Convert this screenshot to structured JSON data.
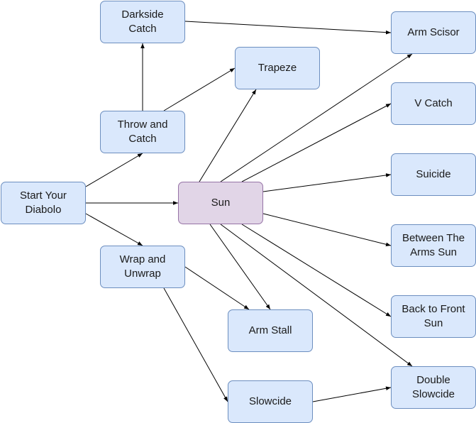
{
  "diagram": {
    "nodes": {
      "start": "Start Your\nDiabolo",
      "darkside": "Darkside\nCatch",
      "throw": "Throw and\nCatch",
      "trapeze": "Trapeze",
      "sun": "Sun",
      "wrap": "Wrap and\nUnwrap",
      "armstall": "Arm Stall",
      "slowcide": "Slowcide",
      "armscisor": "Arm Scisor",
      "vcatch": "V Catch",
      "suicide": "Suicide",
      "between": "Between The\nArms Sun",
      "backfront": "Back to Front\nSun",
      "doubleslow": "Double\nSlowcide"
    },
    "edges": [
      [
        "start",
        "throw"
      ],
      [
        "start",
        "sun"
      ],
      [
        "start",
        "wrap"
      ],
      [
        "throw",
        "darkside"
      ],
      [
        "throw",
        "trapeze"
      ],
      [
        "darkside",
        "armscisor"
      ],
      [
        "sun",
        "trapeze"
      ],
      [
        "sun",
        "armscisor"
      ],
      [
        "sun",
        "vcatch"
      ],
      [
        "sun",
        "suicide"
      ],
      [
        "sun",
        "between"
      ],
      [
        "sun",
        "backfront"
      ],
      [
        "sun",
        "doubleslow"
      ],
      [
        "sun",
        "armstall"
      ],
      [
        "wrap",
        "armstall"
      ],
      [
        "wrap",
        "slowcide"
      ],
      [
        "slowcide",
        "doubleslow"
      ]
    ]
  }
}
